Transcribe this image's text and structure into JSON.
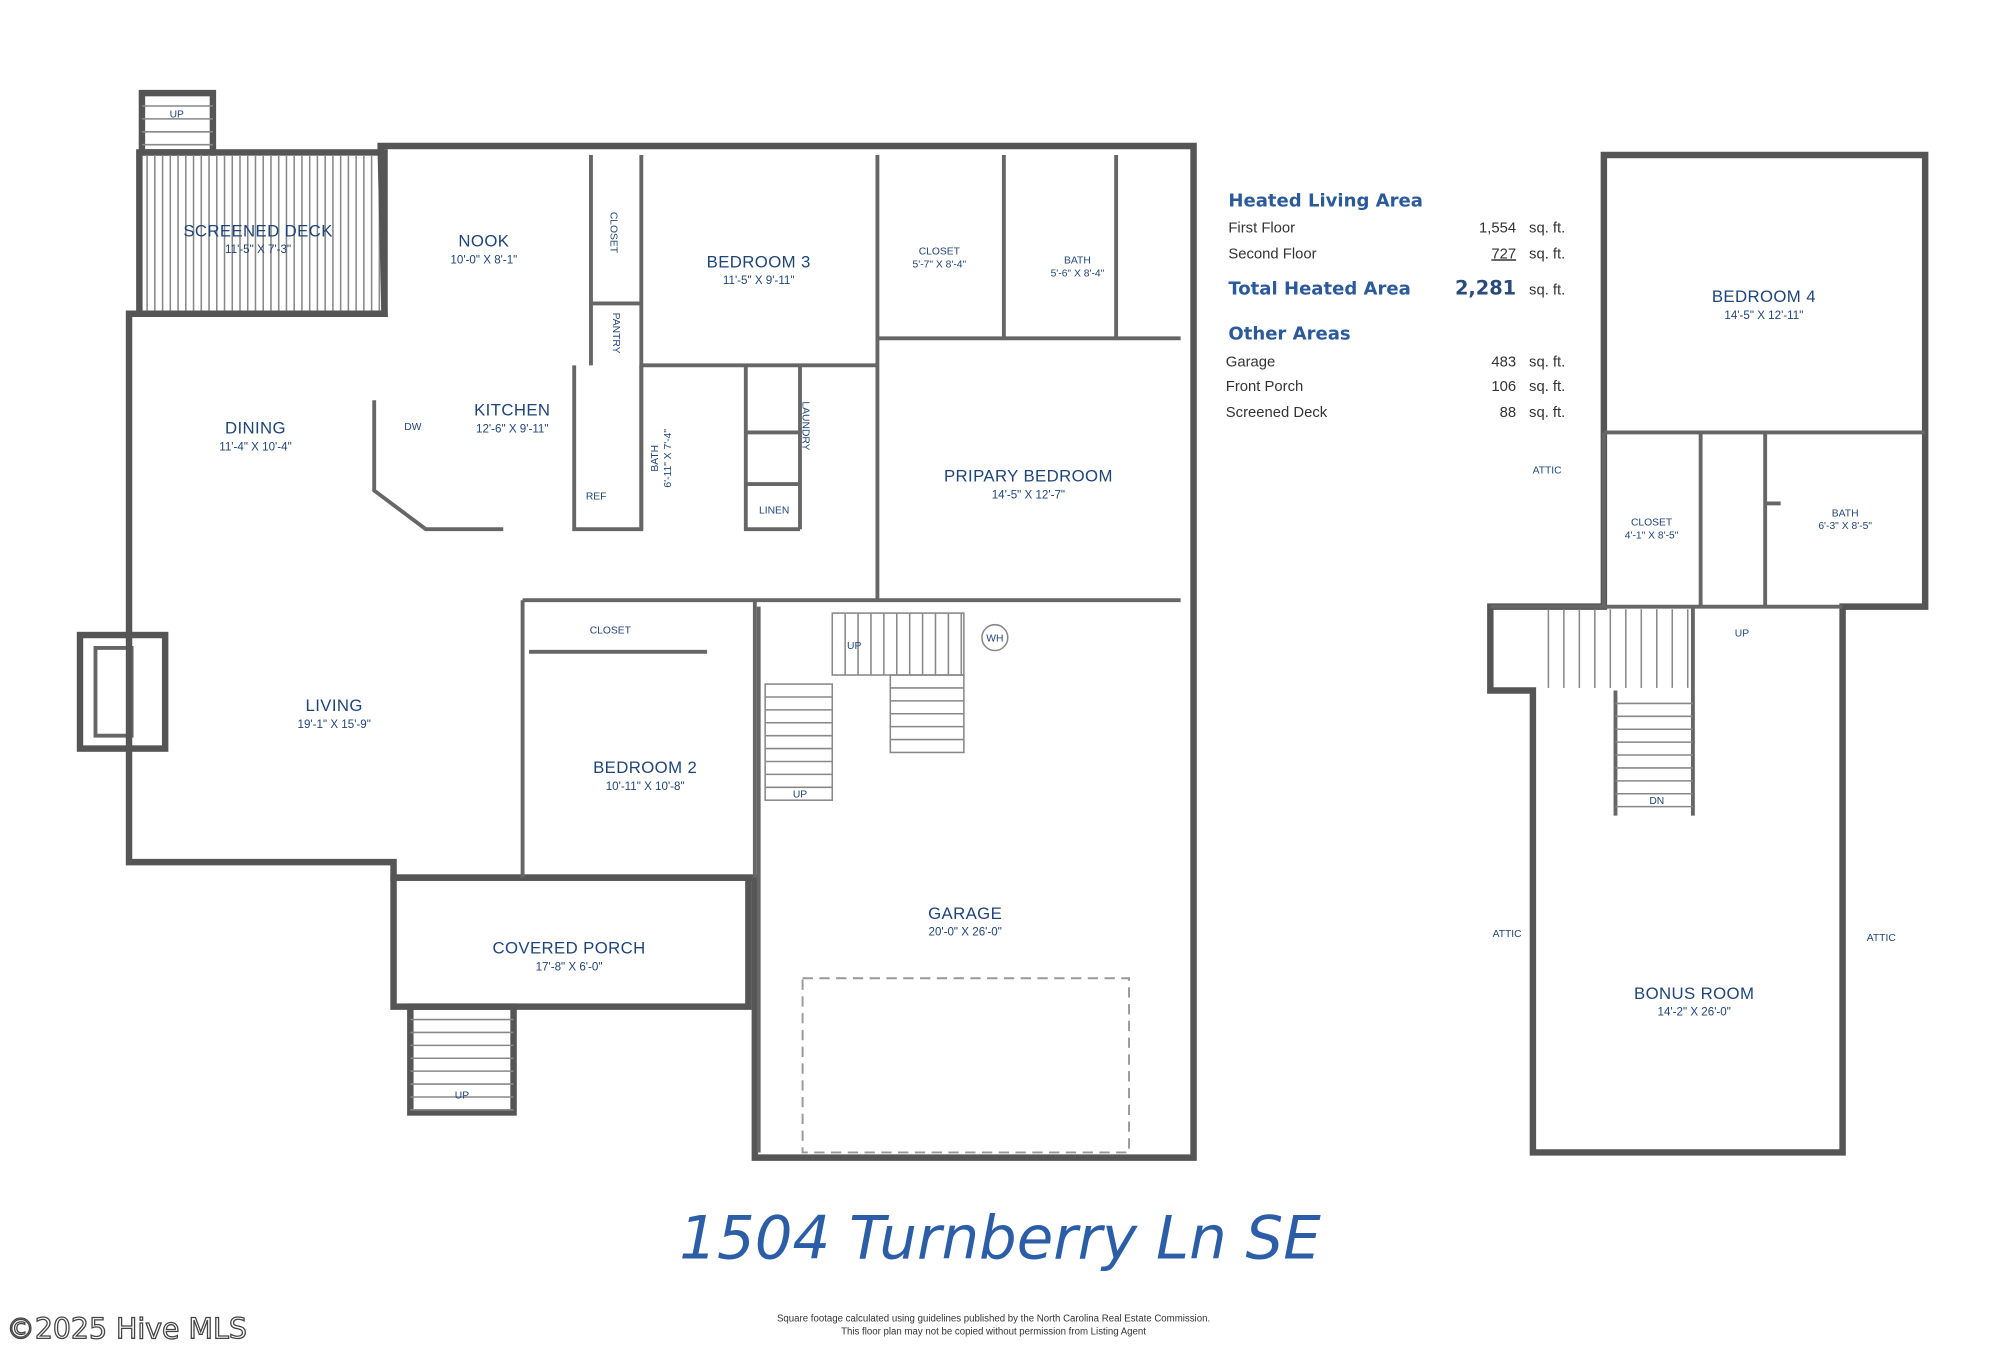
{
  "title": "1504 Turnberry Ln SE",
  "copyright": "©2025 Hive MLS",
  "first_floor": {
    "rooms": [
      {
        "name": "SCREENED DECK",
        "dims": "11'-5\" X 7'-3\""
      },
      {
        "name": "NOOK",
        "dims": "10'-0\" X 8'-1\""
      },
      {
        "name": "BEDROOM 3",
        "dims": "11'-5\" X 9'-11\""
      },
      {
        "name": "CLOSET",
        "dims": "5'-7\" X 8'-4\""
      },
      {
        "name": "BATH",
        "dims": "5'-6\" X 8'-4\""
      },
      {
        "name": "DINING",
        "dims": "11'-4\" X 10'-4\""
      },
      {
        "name": "KITCHEN",
        "dims": "12'-6\" X 9'-11\""
      },
      {
        "name": "BATH",
        "dims": "6'-11\" X 7'-4\""
      },
      {
        "name": "PRIPARY BEDROOM",
        "dims": "14'-5\" X 12'-7\""
      },
      {
        "name": "LIVING",
        "dims": "19'-1\" X 15'-9\""
      },
      {
        "name": "BEDROOM 2",
        "dims": "10'-11\" X 10'-8\""
      },
      {
        "name": "GARAGE",
        "dims": "20'-0\" X 26'-0\""
      },
      {
        "name": "COVERED PORCH",
        "dims": "17'-8\" X 6'-0\""
      }
    ],
    "labels": {
      "closet": "CLOSET",
      "pantry": "PANTRY",
      "laundry": "LAUNDRY",
      "linen": "LINEN",
      "closet2": "CLOSET",
      "ref": "REF",
      "dw": "DW",
      "wh": "WH",
      "up": "UP"
    }
  },
  "second_floor": {
    "rooms": [
      {
        "name": "BEDROOM 4",
        "dims": "14'-5\" X 12'-11\""
      },
      {
        "name": "CLOSET",
        "dims": "4'-1\" X 8'-5\""
      },
      {
        "name": "BATH",
        "dims": "6'-3\" X 8'-5\""
      },
      {
        "name": "BONUS ROOM",
        "dims": "14'-2\" X 26'-0\""
      }
    ],
    "labels": {
      "attic": "ATTIC",
      "up": "UP",
      "dn": "DN"
    }
  },
  "areas": {
    "heated_heading": "Heated Living Area",
    "heated": [
      {
        "label": "First Floor",
        "value": "1,554",
        "unit": "sq. ft."
      },
      {
        "label": "Second Floor",
        "value": "727",
        "unit": "sq. ft."
      }
    ],
    "total": {
      "label": "Total Heated Area",
      "value": "2,281",
      "unit": "sq. ft."
    },
    "other_heading": "Other Areas",
    "other": [
      {
        "label": "Garage",
        "value": "483",
        "unit": "sq. ft."
      },
      {
        "label": "Front Porch",
        "value": "106",
        "unit": "sq. ft."
      },
      {
        "label": "Screened Deck",
        "value": "88",
        "unit": "sq. ft."
      }
    ]
  },
  "footnote": {
    "line1": "Square footage calculated using guidelines published by the North Carolina Real Estate Commission.",
    "line2": "This floor plan may not be copied without permission from Listing Agent"
  },
  "colors": {
    "label": "#1f4479",
    "heading": "#2a5a9a",
    "title": "#2c5ea8",
    "wall": "#555555"
  }
}
